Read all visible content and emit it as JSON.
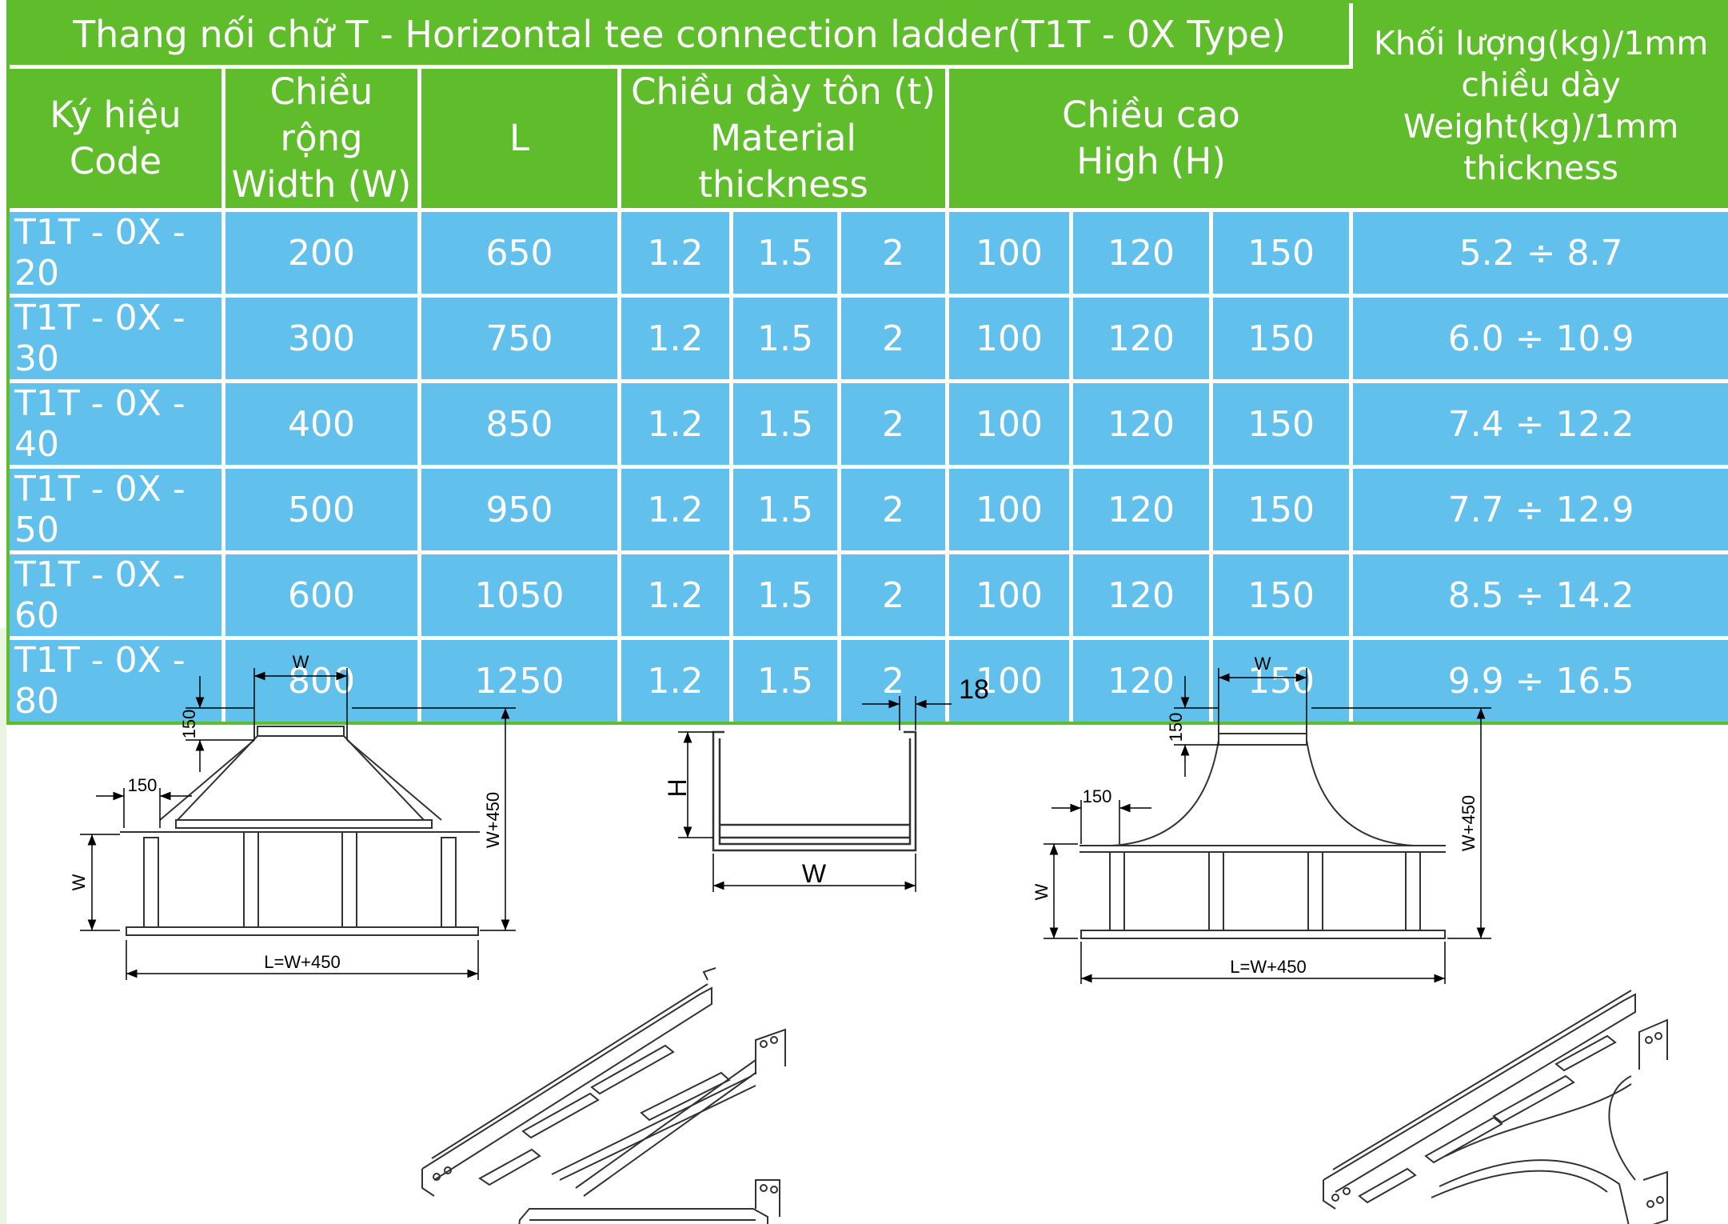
{
  "table": {
    "title": "Thang nối chữ T - Horizontal tee connection ladder(T1T - 0X Type)",
    "weight_header": [
      "Khối lượng(kg)/1mm",
      "chiều dày",
      "Weight(kg)/1mm",
      "thickness"
    ],
    "headers": {
      "code": [
        "Ký hiệu",
        "Code"
      ],
      "width": [
        "Chiều rộng",
        "Width (W)"
      ],
      "length": "L",
      "thickness": [
        "Chiều dày tôn (t)",
        "Material thickness"
      ],
      "height": [
        "Chiều cao",
        "High (H)"
      ]
    },
    "rows": [
      {
        "code": "T1T - 0X - 20",
        "width": "200",
        "length": "650",
        "t1": "1.2",
        "t2": "1.5",
        "t3": "2",
        "h1": "100",
        "h2": "120",
        "h3": "150",
        "weight": "5.2 ÷ 8.7"
      },
      {
        "code": "T1T - 0X - 30",
        "width": "300",
        "length": "750",
        "t1": "1.2",
        "t2": "1.5",
        "t3": "2",
        "h1": "100",
        "h2": "120",
        "h3": "150",
        "weight": "6.0 ÷ 10.9"
      },
      {
        "code": "T1T - 0X - 40",
        "width": "400",
        "length": "850",
        "t1": "1.2",
        "t2": "1.5",
        "t3": "2",
        "h1": "100",
        "h2": "120",
        "h3": "150",
        "weight": "7.4 ÷ 12.2"
      },
      {
        "code": "T1T - 0X - 50",
        "width": "500",
        "length": "950",
        "t1": "1.2",
        "t2": "1.5",
        "t3": "2",
        "h1": "100",
        "h2": "120",
        "h3": "150",
        "weight": "7.7 ÷ 12.9"
      },
      {
        "code": "T1T - 0X - 60",
        "width": "600",
        "length": "1050",
        "t1": "1.2",
        "t2": "1.5",
        "t3": "2",
        "h1": "100",
        "h2": "120",
        "h3": "150",
        "weight": "8.5 ÷ 14.2"
      },
      {
        "code": "T1T - 0X - 80",
        "width": "800",
        "length": "1250",
        "t1": "1.2",
        "t2": "1.5",
        "t3": "2",
        "h1": "100",
        "h2": "120",
        "h3": "150",
        "weight": "9.9 ÷ 16.5"
      }
    ]
  },
  "drawings": {
    "left_plan": {
      "w": "W",
      "arm": "150",
      "side": "150",
      "height": "W+450",
      "wv": "W",
      "length": "L=W+450"
    },
    "section": {
      "flange": "18",
      "h": "H",
      "w": "W"
    },
    "right_plan": {
      "w": "W",
      "arm": "150",
      "side": "150",
      "height": "W+450",
      "wv": "W",
      "length": "L=W+450"
    }
  },
  "colors": {
    "header_green": "#5fbd2b",
    "cell_blue": "#62c0ec",
    "text": "#ffffff"
  }
}
